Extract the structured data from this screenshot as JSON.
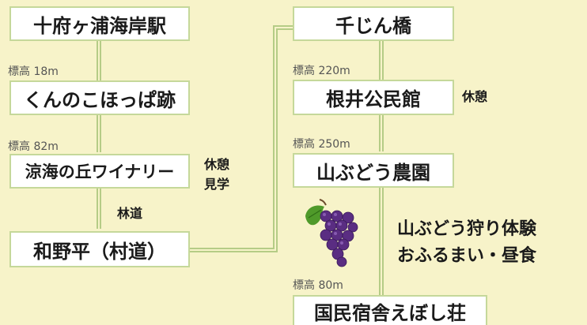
{
  "route": {
    "stops": [
      {
        "id": "jurifukura",
        "name": "十府ヶ浦海岸駅"
      },
      {
        "id": "kunnoko",
        "name": "くんのこほっぱ跡",
        "elevation": "標高 18m"
      },
      {
        "id": "suzumi",
        "name": "涼海の丘ワイナリー",
        "elevation": "標高 82m",
        "notes": [
          "休憩",
          "見学"
        ]
      },
      {
        "id": "wanohira",
        "name": "和野平（村道）"
      },
      {
        "id": "senjin",
        "name": "千じん橋"
      },
      {
        "id": "nei",
        "name": "根井公民館",
        "elevation": "標高 220m",
        "notes": [
          "休憩"
        ]
      },
      {
        "id": "yamabudou",
        "name": "山ぶどう農園",
        "elevation": "標高 250m"
      },
      {
        "id": "eboshi",
        "name": "国民宿舎えぼし荘",
        "elevation": "標高 80m"
      }
    ],
    "segment_label": "林道",
    "activity_lines": [
      "山ぶどう狩り体験",
      "おふるまい・昼食"
    ]
  },
  "colors": {
    "background": "#f7f3c9",
    "box_border": "#c5d89a",
    "connector": "#b5cc86",
    "grape": "#5a2d82"
  }
}
